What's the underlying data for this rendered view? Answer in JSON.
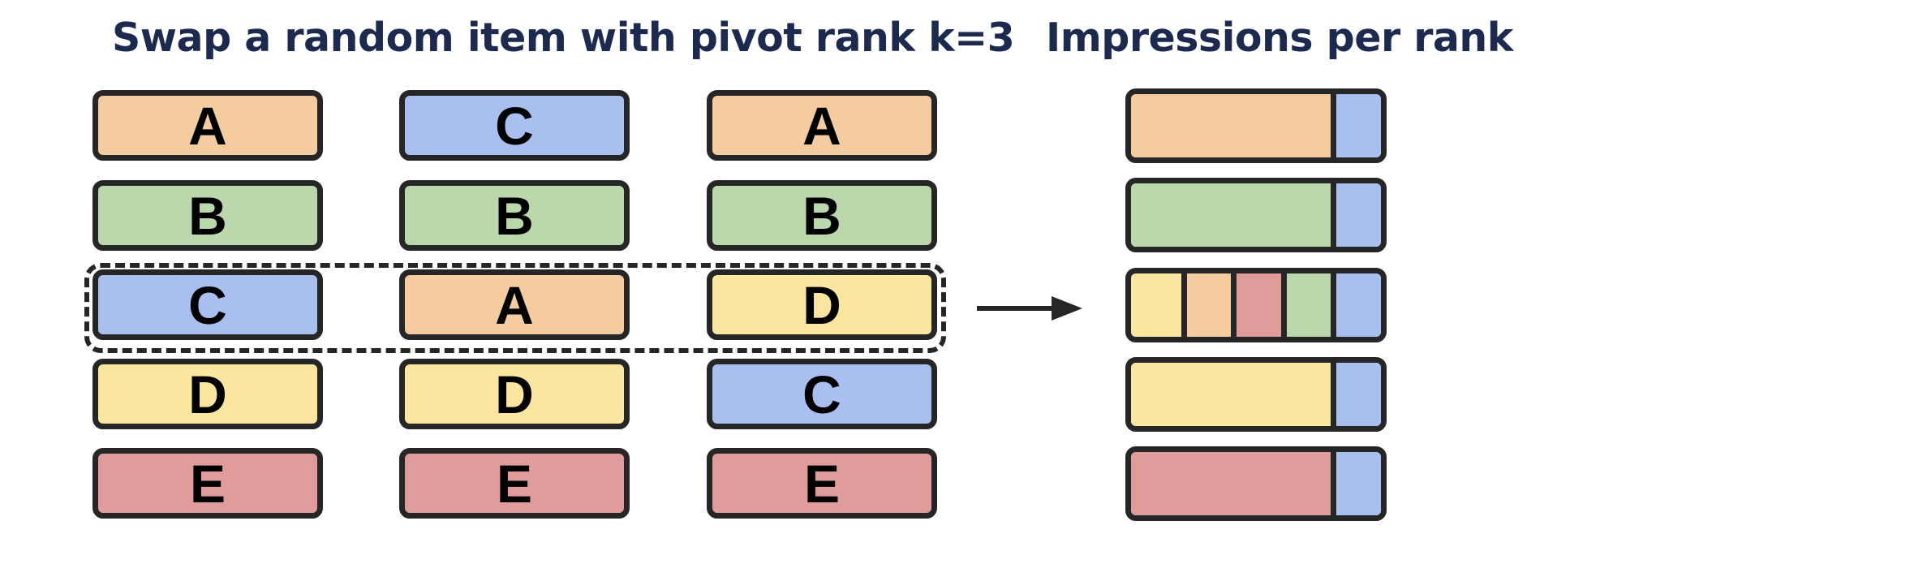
{
  "titles": {
    "left": "Swap a random item with pivot rank k=3",
    "right": "Impressions per rank"
  },
  "colors": {
    "A": "#f4cca0",
    "B": "#bad8ab",
    "C": "#a9bff0",
    "D": "#fbe6a0",
    "E": "#e09c9b",
    "outline": "#262626",
    "title": "#1b2a4e"
  },
  "columns": [
    [
      "A",
      "B",
      "C",
      "D",
      "E"
    ],
    [
      "C",
      "B",
      "A",
      "D",
      "E"
    ],
    [
      "A",
      "B",
      "D",
      "C",
      "E"
    ]
  ],
  "pivot_rank": 3,
  "impressions": [
    {
      "rank": 1,
      "segments": [
        {
          "item": "A",
          "share": 0.8
        },
        {
          "item": "C",
          "share": 0.2
        }
      ]
    },
    {
      "rank": 2,
      "segments": [
        {
          "item": "B",
          "share": 0.8
        },
        {
          "item": "C",
          "share": 0.2
        }
      ]
    },
    {
      "rank": 3,
      "segments": [
        {
          "item": "D",
          "share": 0.2
        },
        {
          "item": "A",
          "share": 0.2
        },
        {
          "item": "E",
          "share": 0.2
        },
        {
          "item": "B",
          "share": 0.2
        },
        {
          "item": "C",
          "share": 0.2
        }
      ]
    },
    {
      "rank": 4,
      "segments": [
        {
          "item": "D",
          "share": 0.8
        },
        {
          "item": "C",
          "share": 0.2
        }
      ]
    },
    {
      "rank": 5,
      "segments": [
        {
          "item": "E",
          "share": 0.8
        },
        {
          "item": "C",
          "share": 0.2
        }
      ]
    }
  ]
}
